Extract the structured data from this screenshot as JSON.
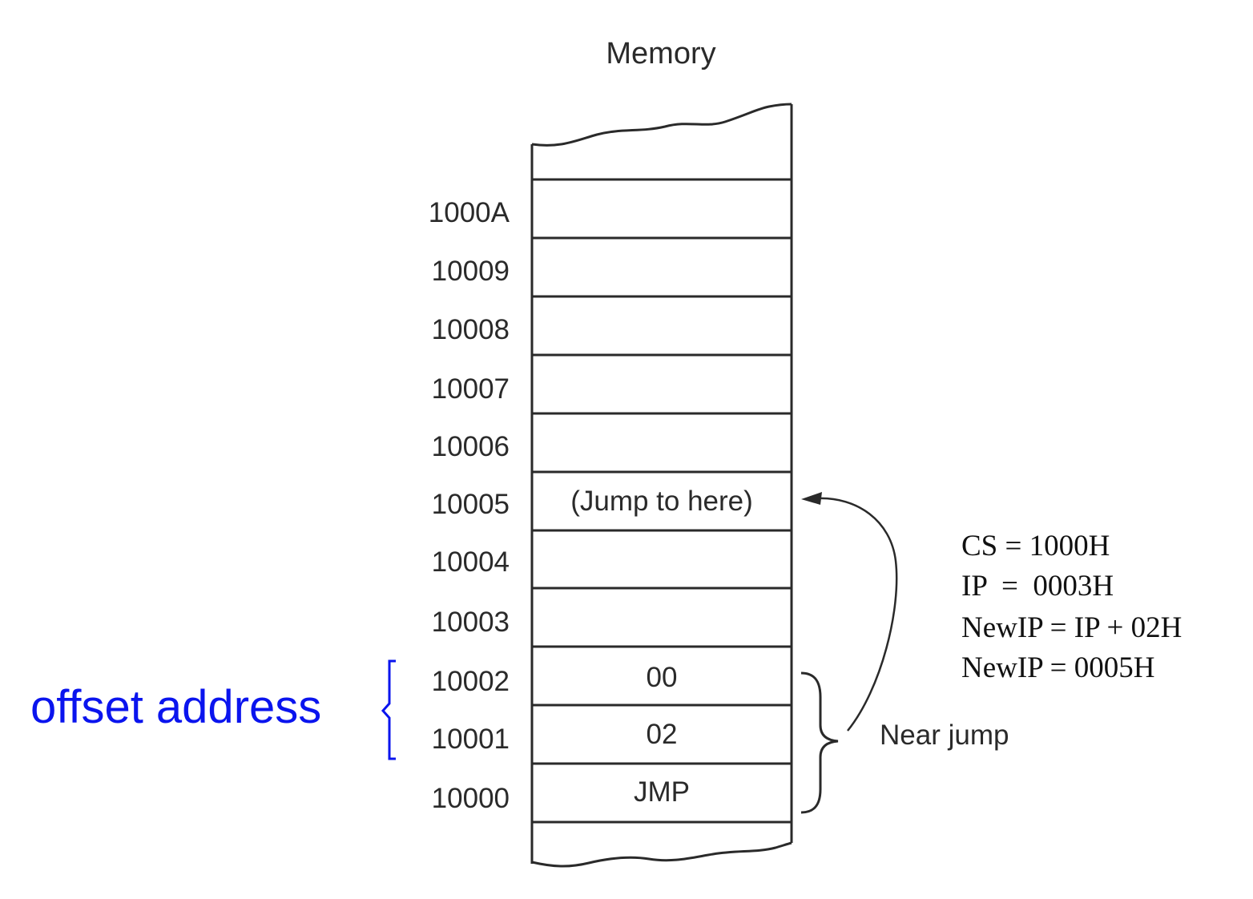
{
  "title": "Memory",
  "rows": [
    {
      "address": "1000A",
      "content": ""
    },
    {
      "address": "10009",
      "content": ""
    },
    {
      "address": "10008",
      "content": ""
    },
    {
      "address": "10007",
      "content": ""
    },
    {
      "address": "10006",
      "content": ""
    },
    {
      "address": "10005",
      "content": "(Jump to here)"
    },
    {
      "address": "10004",
      "content": ""
    },
    {
      "address": "10003",
      "content": ""
    },
    {
      "address": "10002",
      "content": "00"
    },
    {
      "address": "10001",
      "content": "02"
    },
    {
      "address": "10000",
      "content": "JMP"
    }
  ],
  "near_jump_label": "Near jump",
  "calculation": [
    "CS = 1000H",
    "IP  =  0003H",
    "NewIP = IP + 02H",
    "NewIP = 0005H"
  ],
  "offset_label": "offset address",
  "colors": {
    "line": "#2a2a2a",
    "accent": "#0a14ee"
  }
}
